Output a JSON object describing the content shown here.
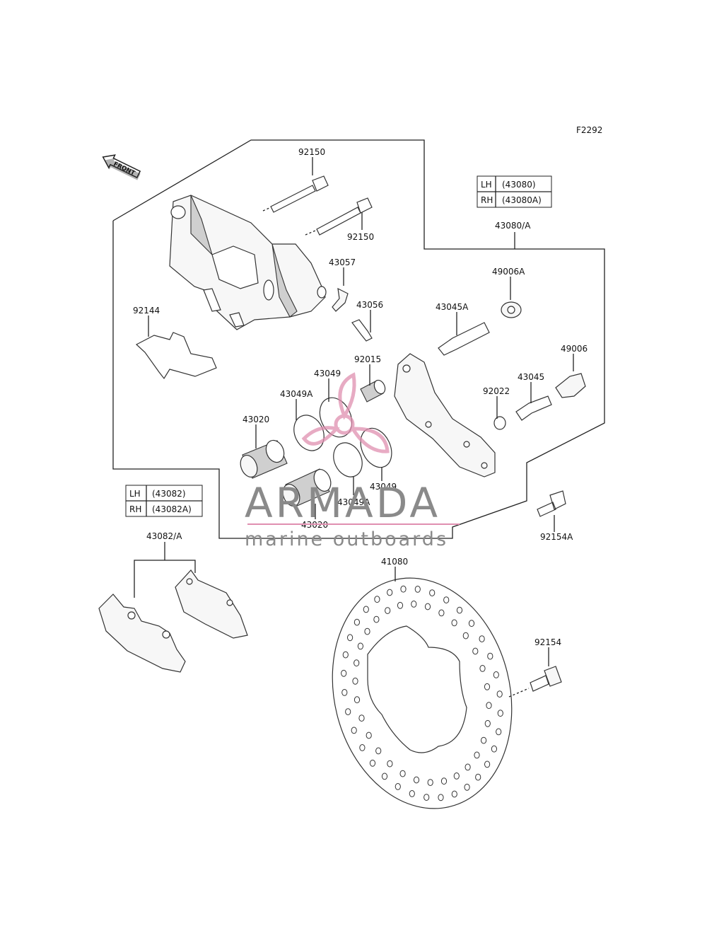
{
  "diagram_code": "F2292",
  "front_arrow": {
    "text": "FRONT",
    "icon": "front-arrow-icon"
  },
  "tables": {
    "caliper": {
      "rows": [
        {
          "side": "LH",
          "part": "(43080)"
        },
        {
          "side": "RH",
          "part": "(43080A)"
        }
      ]
    },
    "pads": {
      "rows": [
        {
          "side": "LH",
          "part": "(43082)"
        },
        {
          "side": "RH",
          "part": "(43082A)"
        }
      ]
    }
  },
  "labels": {
    "l92150a": "92150",
    "l92150b": "92150",
    "l43057": "43057",
    "l43056": "43056",
    "l92144": "92144",
    "l43080": "43080/A",
    "l49006A": "49006A",
    "l43045A": "43045A",
    "l49006": "49006",
    "l92015": "92015",
    "l43049a": "43049",
    "l43049A1": "43049A",
    "l43020a": "43020",
    "l43045": "43045",
    "l92022": "92022",
    "l43049b": "43049",
    "l43049A2": "43049A",
    "l43020b": "43020",
    "l92154A": "92154A",
    "l43082": "43082/A",
    "l41080": "41080",
    "l92154": "92154"
  },
  "watermark": {
    "brand": "ARMADA",
    "tagline": "marine outboards",
    "accent": "#e08fb0",
    "text_color": "#8a8a8a"
  }
}
